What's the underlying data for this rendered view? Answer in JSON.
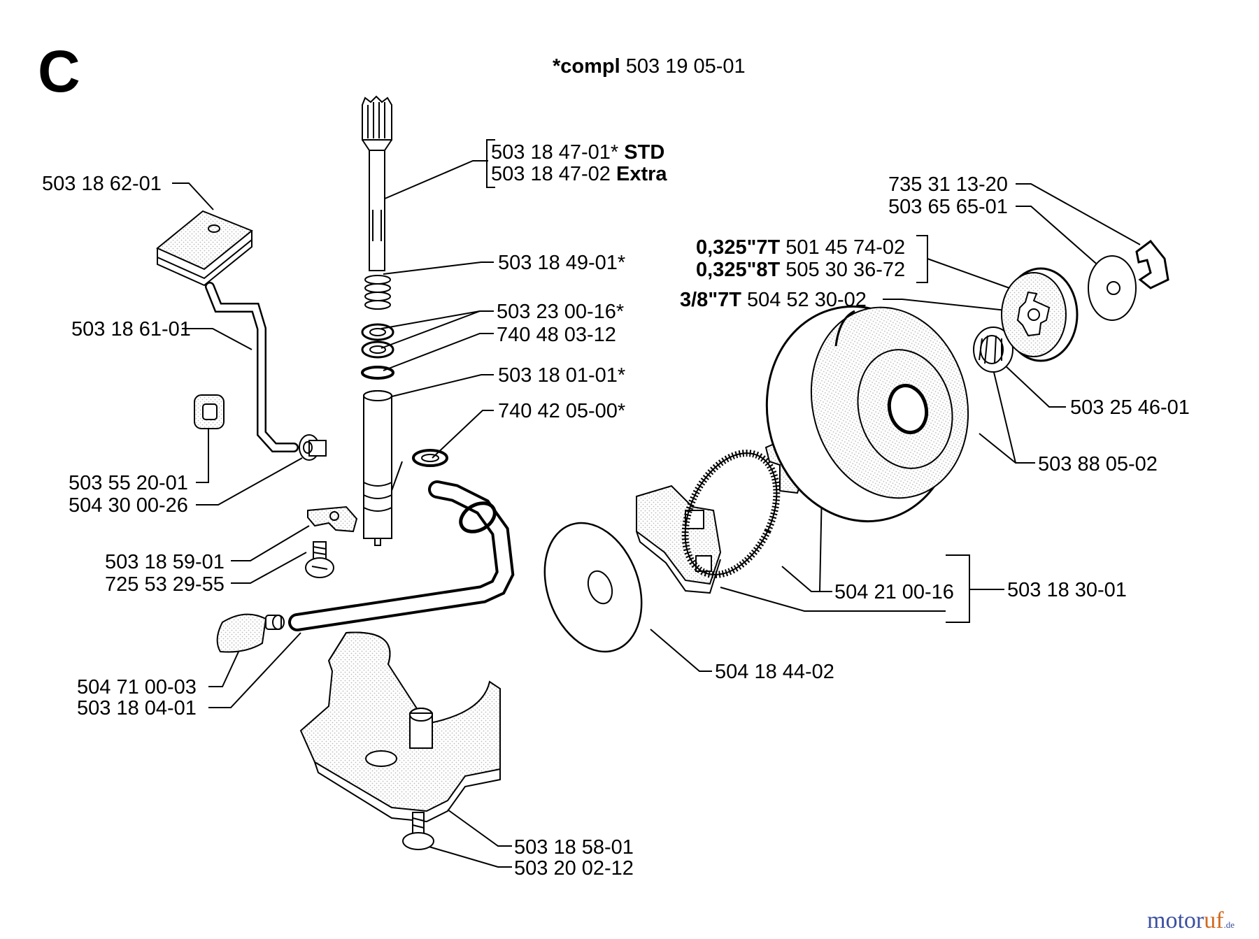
{
  "section_letter": "C",
  "header": {
    "prefix": "*compl",
    "number": "503 19 05-01"
  },
  "parts": [
    {
      "id": "shaft_std",
      "number": "503 18 47-01*",
      "suffix": "STD"
    },
    {
      "id": "shaft_extra",
      "number": "503 18 47-02",
      "suffix": "Extra"
    },
    {
      "id": "pad",
      "number": "503 18 62-01"
    },
    {
      "id": "pipe",
      "number": "503 18 61-01"
    },
    {
      "id": "spring",
      "number": "503 18 49-01*"
    },
    {
      "id": "washer_a",
      "number": "503 23 00-16*"
    },
    {
      "id": "oring",
      "number": "740 48 03-12"
    },
    {
      "id": "pump_body",
      "number": "503 18 01-01*"
    },
    {
      "id": "seal",
      "number": "740 42 05-00*"
    },
    {
      "id": "grommet",
      "number": "503 55 20-01"
    },
    {
      "id": "nipple",
      "number": "504 30 00-26"
    },
    {
      "id": "plate",
      "number": "503 18 59-01"
    },
    {
      "id": "screw_small",
      "number": "725 53 29-55"
    },
    {
      "id": "filter",
      "number": "504 71 00-03"
    },
    {
      "id": "hose",
      "number": "503 18 04-01"
    },
    {
      "id": "screw_bottom",
      "number": "503 18 58-01"
    },
    {
      "id": "washer_bottom",
      "number": "503 20 02-12"
    },
    {
      "id": "eclip",
      "number": "735 31 13-20"
    },
    {
      "id": "washer_sprocket",
      "number": "503 65 65-01"
    },
    {
      "id": "sprocket_7t",
      "prefix": "0,325\"7T",
      "number": "501 45 74-02"
    },
    {
      "id": "sprocket_8t",
      "prefix": "0,325\"8T",
      "number": "505 30 36-72"
    },
    {
      "id": "sprocket_38",
      "prefix": "3/8\"7T",
      "number": "504 52 30-02"
    },
    {
      "id": "needle_bearing",
      "number": "503 25 46-01"
    },
    {
      "id": "drum",
      "number": "503 88 05-02"
    },
    {
      "id": "clutch_spring",
      "number": "504 21 00-16"
    },
    {
      "id": "clutch_compl",
      "number": "503 18 30-01"
    },
    {
      "id": "clutch_washer",
      "number": "504 18 44-02"
    }
  ],
  "watermark": {
    "a": "motor",
    "b": "uf",
    "c": ".de"
  }
}
